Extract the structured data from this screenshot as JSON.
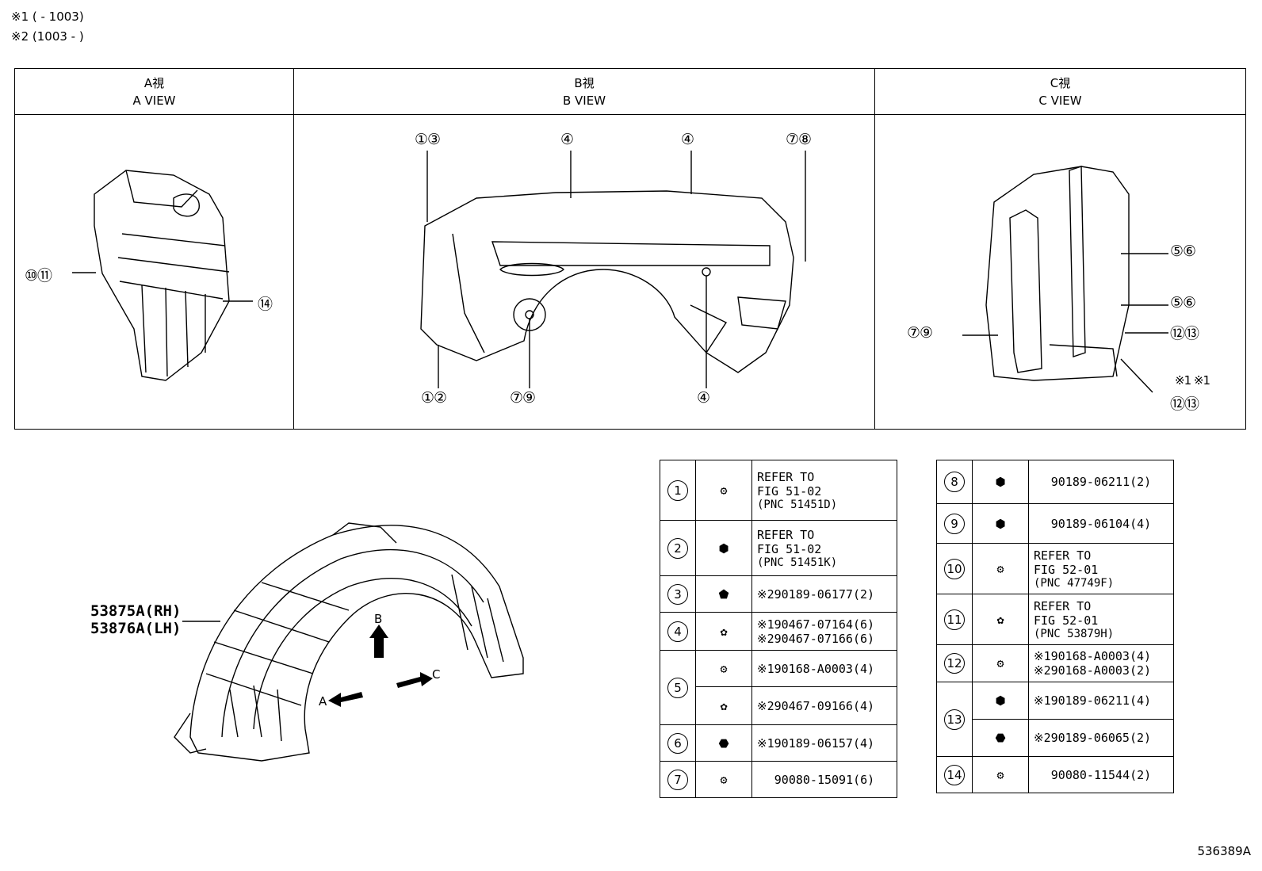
{
  "notes": [
    "※1 (     - 1003)",
    "※2 (1003 -     )"
  ],
  "views": [
    {
      "jp": "A視",
      "en": "A VIEW"
    },
    {
      "jp": "B視",
      "en": "B VIEW"
    },
    {
      "jp": "C視",
      "en": "C VIEW"
    }
  ],
  "callouts_a": [
    "⑩⑪",
    "⑭"
  ],
  "callouts_b": [
    "①③",
    "④",
    "④",
    "⑦⑧",
    "①②",
    "⑦⑨",
    "④"
  ],
  "callouts_c": [
    "⑤⑥",
    "⑤⑥",
    "⑦⑨",
    "⑫⑬",
    "※1 ※1",
    "⑫⑬"
  ],
  "main_part": {
    "rh": "53875A(RH)",
    "lh": "53876A(LH)"
  },
  "arrows": {
    "a": "A",
    "b": "B",
    "c": "C"
  },
  "parts_left": [
    {
      "num": "1",
      "lines": [
        "REFER TO",
        "FIG 51-02",
        "(PNC 51451D)"
      ]
    },
    {
      "num": "2",
      "lines": [
        "REFER TO",
        "FIG 51-02",
        "(PNC 51451K)"
      ]
    },
    {
      "num": "3",
      "lines": [
        "※290189-06177(2)"
      ]
    },
    {
      "num": "4",
      "lines": [
        "※190467-07164(6)",
        "※290467-07166(6)"
      ]
    },
    {
      "num": "5",
      "lines": [
        "※190168-A0003(4)"
      ]
    },
    {
      "num": "",
      "lines": [
        "※290467-09166(4)"
      ]
    },
    {
      "num": "6",
      "lines": [
        "※190189-06157(4)"
      ]
    },
    {
      "num": "7",
      "lines": [
        "90080-15091(6)"
      ]
    }
  ],
  "parts_right": [
    {
      "num": "8",
      "lines": [
        "90189-06211(2)"
      ]
    },
    {
      "num": "9",
      "lines": [
        "90189-06104(4)"
      ]
    },
    {
      "num": "10",
      "lines": [
        "REFER TO",
        "FIG 52-01",
        "(PNC 47749F)"
      ]
    },
    {
      "num": "11",
      "lines": [
        "REFER TO",
        "FIG 52-01",
        "(PNC 53879H)"
      ]
    },
    {
      "num": "12",
      "lines": [
        "※190168-A0003(4)",
        "※290168-A0003(2)"
      ]
    },
    {
      "num": "13",
      "lines": [
        "※190189-06211(4)"
      ]
    },
    {
      "num": "",
      "lines": [
        "※290189-06065(2)"
      ]
    },
    {
      "num": "14",
      "lines": [
        "90080-11544(2)"
      ]
    }
  ],
  "figure_id": "536389A"
}
